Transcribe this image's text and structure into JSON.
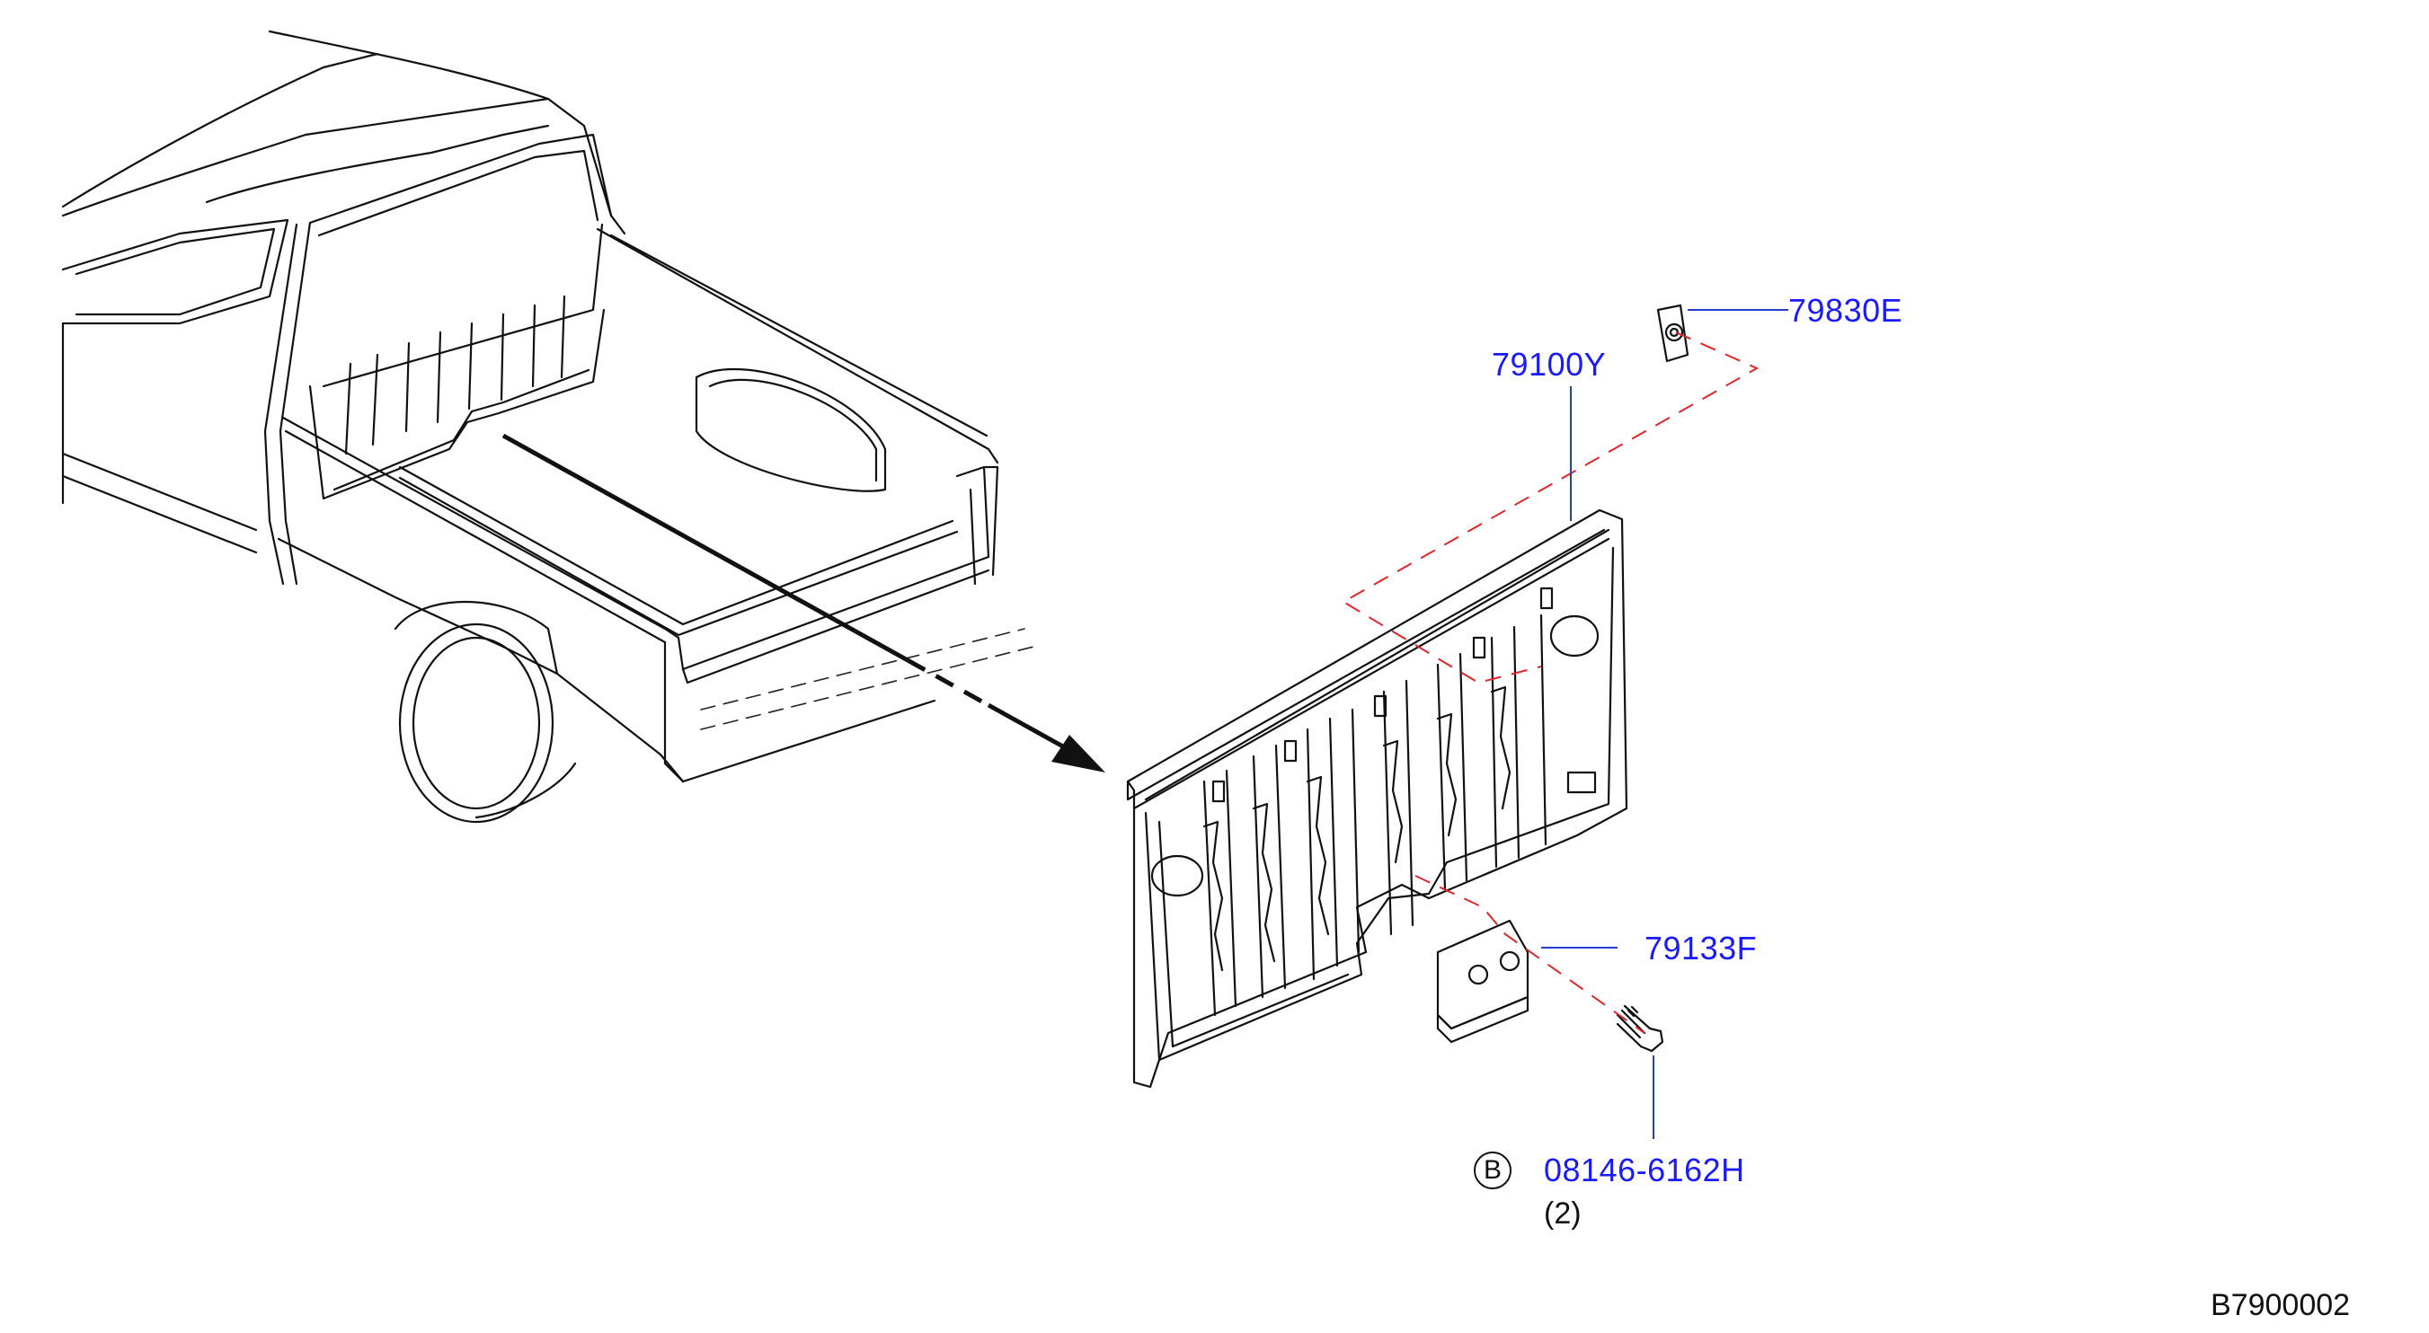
{
  "callouts": {
    "stop_bracket": "79830E",
    "rear_panel": "79100Y",
    "bracket": "79133F",
    "bolt": "08146-6162H",
    "bolt_qty": "(2)",
    "bolt_circle_letter": "B"
  },
  "figure_code": "B7900002",
  "colors": {
    "callout_text": "#1a1aff",
    "leader_line": "#1f3fd0",
    "reference_line": "#e0262b",
    "line_art": "#111111"
  }
}
